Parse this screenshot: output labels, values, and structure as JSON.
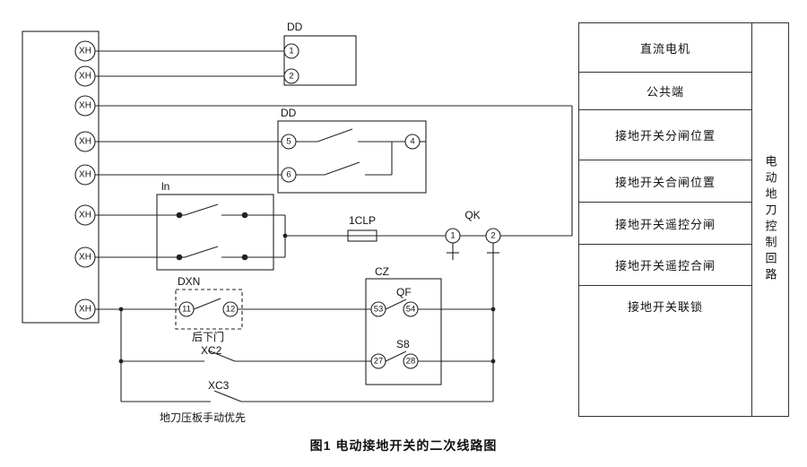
{
  "caption": "图1  电动接地开关的二次线路图",
  "schematic": {
    "xh": "XH",
    "dd_motor_label": "DD",
    "dd_motor_t1": "1",
    "dd_motor_t2": "2",
    "dd_limit_label": "DD",
    "t5": "5",
    "t6": "6",
    "t4": "4",
    "relay_label": "ln",
    "fuse_label": "1CLP",
    "qk_label": "QK",
    "qk_t1": "1",
    "qk_t2": "2",
    "dxn_label": "DXN",
    "t11": "11",
    "t12": "12",
    "door_note": "后下门",
    "cz_label": "CZ",
    "qf_label": "QF",
    "t53": "53",
    "t54": "54",
    "s8_label": "S8",
    "t27": "27",
    "t28": "28",
    "xc2_label": "XC2",
    "xc3_label": "XC3",
    "manual_note": "地刀压板手动优先"
  },
  "legend": {
    "rows": [
      "直流电机",
      "公共端",
      "接地开关分闸位置",
      "接地开关合闸位置",
      "接地开关遥控分闸",
      "接地开关遥控合闸",
      "接地开关联锁"
    ],
    "side_label": "电动地刀控制回路"
  },
  "colors": {
    "line": "#222222",
    "text": "#111111",
    "background": "#ffffff"
  }
}
